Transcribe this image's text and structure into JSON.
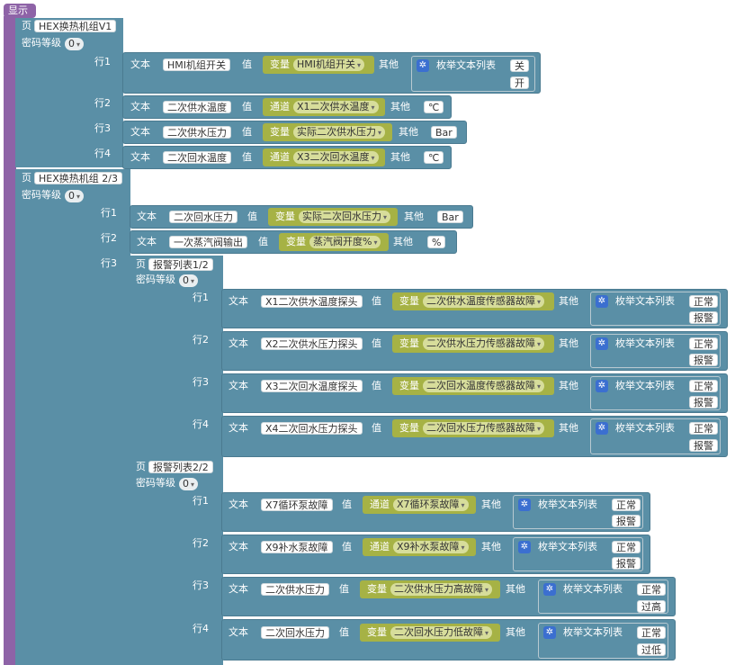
{
  "root": {
    "label": "显示"
  },
  "kw": {
    "page": "页",
    "pw": "密码等级",
    "text": "文本",
    "value": "值",
    "other": "其他",
    "var": "变量",
    "chan": "通道",
    "enum": "枚举文本列表"
  },
  "pages": [
    {
      "title": "HEX换热机组V1",
      "pw": "0",
      "rows": [
        {
          "row": "行1",
          "text": "HMI机组开关",
          "src": "变量",
          "var": "HMI机组开关",
          "enum": [
            "关",
            "开"
          ]
        },
        {
          "row": "行2",
          "text": "二次供水温度",
          "src": "通道",
          "var": "X1二次供水温度",
          "unit": "℃"
        },
        {
          "row": "行3",
          "text": "二次供水压力",
          "src": "变量",
          "var": "实际二次供水压力",
          "unit": "Bar"
        },
        {
          "row": "行4",
          "text": "二次回水温度",
          "src": "通道",
          "var": "X3二次回水温度",
          "unit": "℃"
        }
      ]
    },
    {
      "title": "HEX换热机组 2/3",
      "pw": "0",
      "rows": [
        {
          "row": "行1",
          "text": "二次回水压力",
          "src": "变量",
          "var": "实际二次回水压力",
          "unit": "Bar"
        },
        {
          "row": "行2",
          "text": "一次蒸汽阀输出",
          "src": "变量",
          "var": "蒸汽阀开度%",
          "unit": "%"
        }
      ],
      "row3": "行3"
    }
  ],
  "subpages": [
    {
      "title": "报警列表1/2",
      "pw": "0",
      "rows": [
        {
          "row": "行1",
          "text": "X1二次供水温度探头",
          "src": "变量",
          "var": "二次供水温度传感器故障",
          "enum": [
            "正常",
            "报警"
          ]
        },
        {
          "row": "行2",
          "text": "X2二次供水压力探头",
          "src": "变量",
          "var": "二次供水压力传感器故障",
          "enum": [
            "正常",
            "报警"
          ]
        },
        {
          "row": "行3",
          "text": "X3二次回水温度探头",
          "src": "变量",
          "var": "二次回水温度传感器故障",
          "enum": [
            "正常",
            "报警"
          ]
        },
        {
          "row": "行4",
          "text": "X4二次回水压力探头",
          "src": "变量",
          "var": "二次回水压力传感器故障",
          "enum": [
            "正常",
            "报警"
          ]
        }
      ]
    },
    {
      "title": "报警列表2/2",
      "pw": "0",
      "rows": [
        {
          "row": "行1",
          "text": "X7循环泵故障",
          "src": "通道",
          "var": "X7循环泵故障",
          "enum": [
            "正常",
            "报警"
          ]
        },
        {
          "row": "行2",
          "text": "X9补水泵故障",
          "src": "通道",
          "var": "X9补水泵故障",
          "enum": [
            "正常",
            "报警"
          ]
        },
        {
          "row": "行3",
          "text": "二次供水压力",
          "src": "变量",
          "var": "二次供水压力高故障",
          "enum": [
            "正常",
            "过高"
          ]
        },
        {
          "row": "行4",
          "text": "二次回水压力",
          "src": "变量",
          "var": "二次回水压力低故障",
          "enum": [
            "正常",
            "过低"
          ]
        }
      ]
    }
  ]
}
